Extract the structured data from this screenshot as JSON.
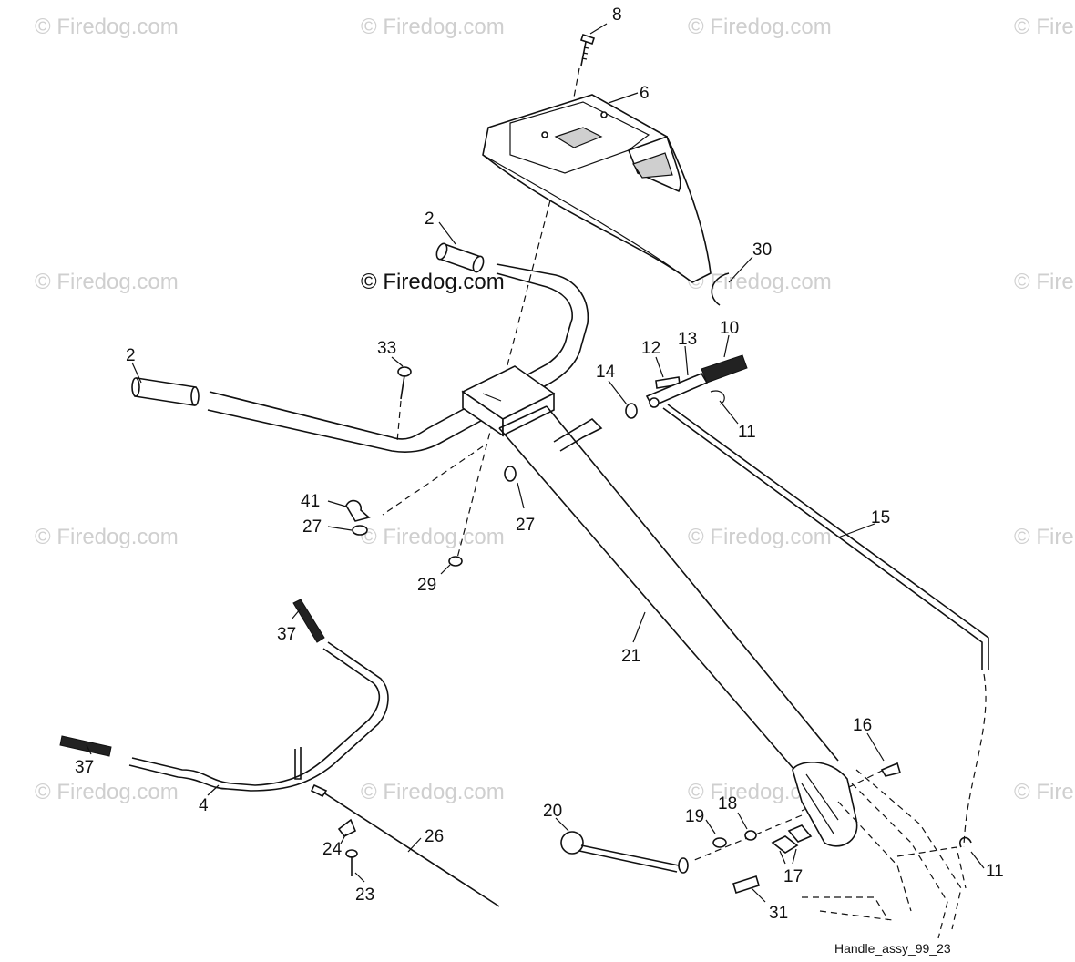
{
  "watermark": "© Firedog.com",
  "watermark_partial": "© Fire",
  "body_watermark": "© Firedog.com",
  "figure_name": "Handle_assy_99_23",
  "callouts": {
    "p8": "8",
    "p6": "6",
    "p2a": "2",
    "p30": "30",
    "p2b": "2",
    "p33": "33",
    "p12": "12",
    "p13": "13",
    "p10": "10",
    "p14": "14",
    "p11a": "11",
    "p41": "41",
    "p27a": "27",
    "p27b": "27",
    "p15": "15",
    "p29": "29",
    "p37a": "37",
    "p21": "21",
    "p16": "16",
    "p37b": "37",
    "p4": "4",
    "p20": "20",
    "p18": "18",
    "p19": "19",
    "p26": "26",
    "p24": "24",
    "p17": "17",
    "p11b": "11",
    "p23": "23",
    "p31": "31"
  }
}
